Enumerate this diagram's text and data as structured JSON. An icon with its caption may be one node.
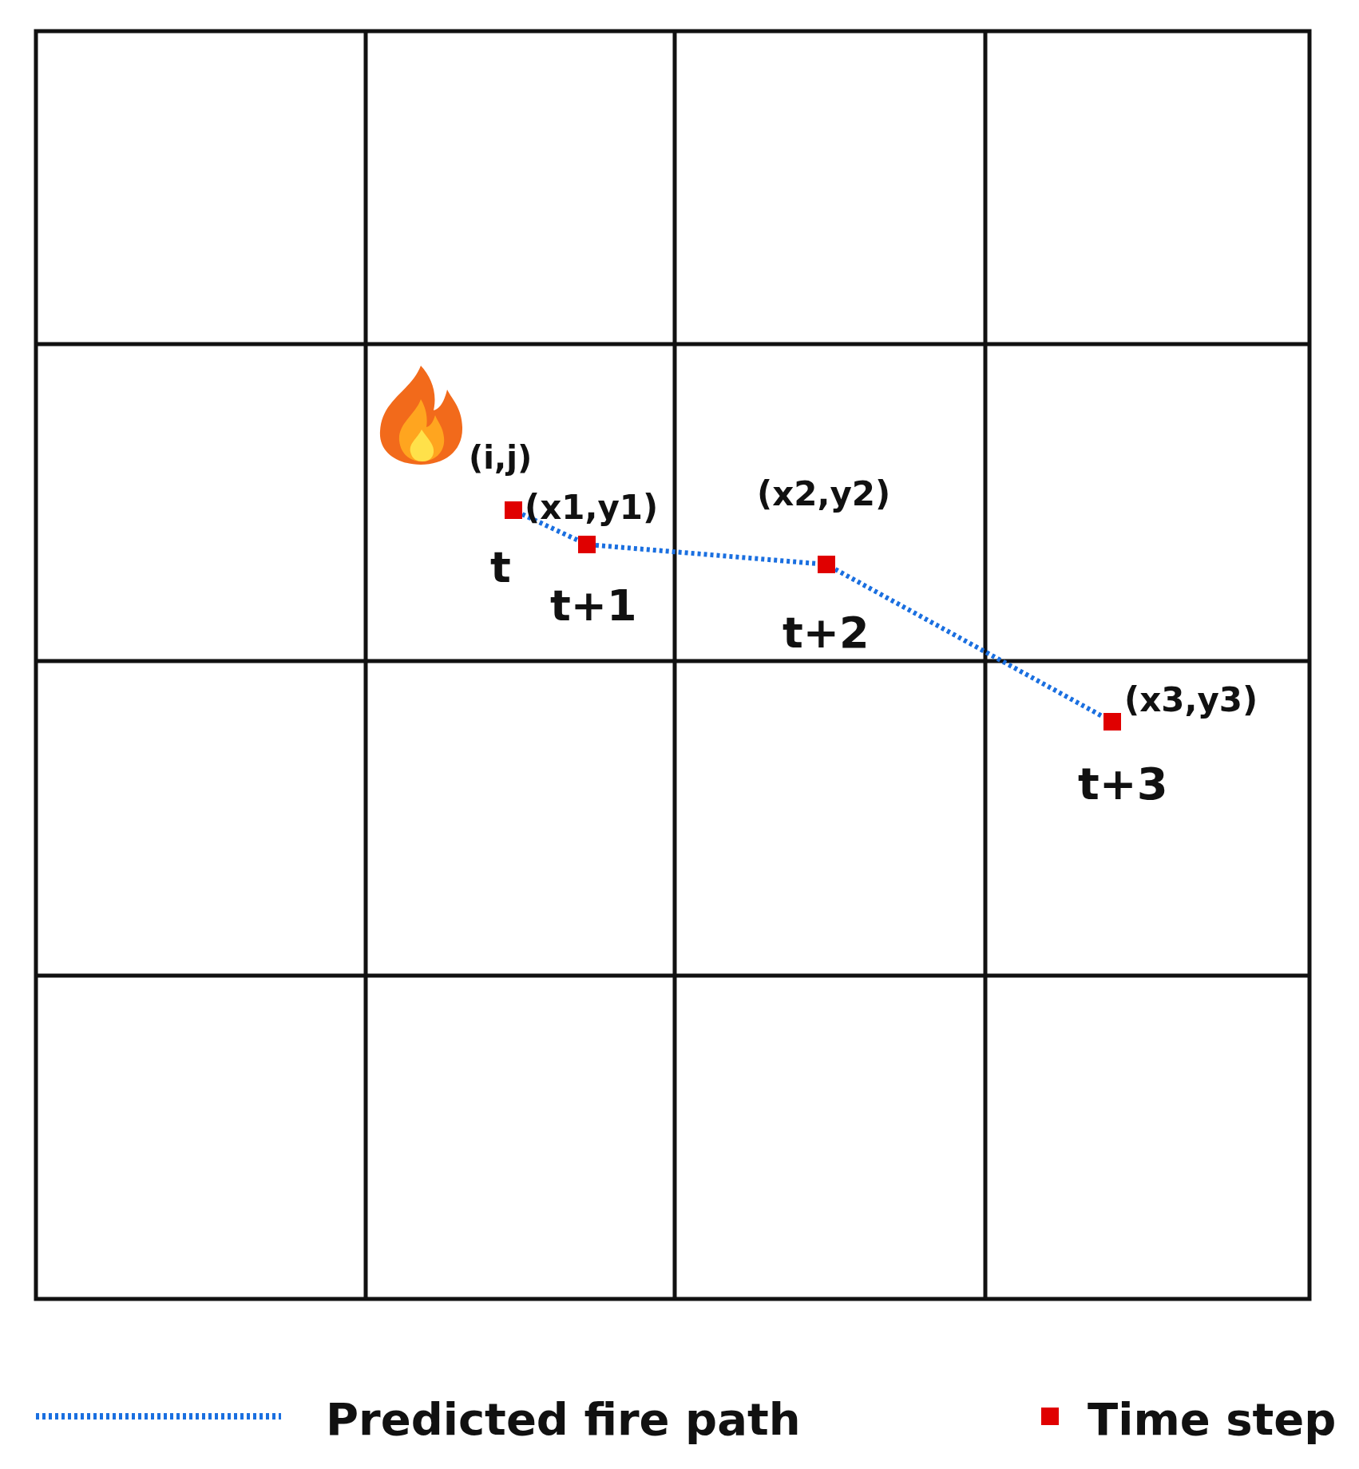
{
  "diagram": {
    "nodes": [
      {
        "text": [],
        "shape": "box"
      },
      {
        "text": [],
        "shape": "box"
      },
      {
        "text": [],
        "shape": "box"
      },
      {
        "text": [],
        "shape": "box"
      }
    ],
    "edges": [
      {
        "from": 0,
        "to": 1,
        "arrow": "none",
        "style": "dashed",
        "color": "#1a6fe0"
      },
      {
        "from": 1,
        "to": 2,
        "arrow": "none",
        "style": "dashed",
        "color": "#1a6fe0"
      },
      {
        "from": 2,
        "to": 3,
        "arrow": "none",
        "style": "dashed",
        "color": "#1a6fe0"
      }
    ],
    "labels": [
      "(i,j)",
      "(x1,y1)",
      "(x2,y2)",
      "t",
      "t+1",
      "t+2",
      "(x3,y3)",
      "t+3"
    ],
    "legend": [
      {
        "text": "Predicted fire path"
      },
      {
        "text": "Time step",
        "color": "#e00000"
      }
    ]
  }
}
